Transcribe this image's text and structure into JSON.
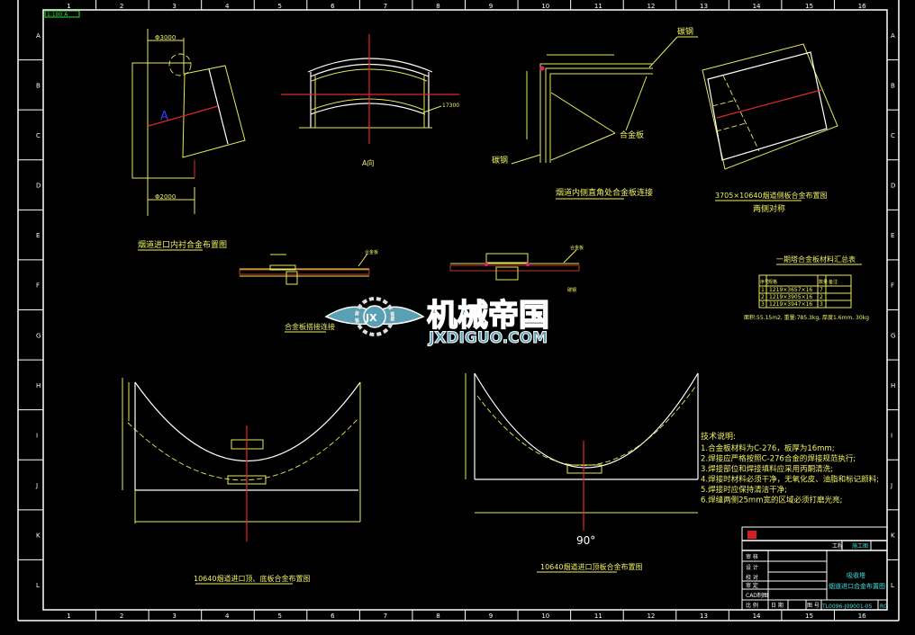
{
  "frame": {
    "column_labels": [
      "1",
      "2",
      "3",
      "4",
      "5",
      "6",
      "7",
      "8",
      "9",
      "10",
      "11",
      "12",
      "13",
      "14",
      "15",
      "16"
    ],
    "row_labels": [
      "A",
      "B",
      "C",
      "D",
      "E",
      "F",
      "G",
      "H",
      "I",
      "J",
      "K",
      "L"
    ],
    "tag": "1:100  A"
  },
  "view_inlet": {
    "title": "烟道进口内衬合金布置图",
    "dim_top": "Φ3000",
    "dim_bottom": "Φ2000",
    "marker": "A"
  },
  "view_a": {
    "title": "A向",
    "note": "17300"
  },
  "corner_joint": {
    "title": "烟道内侧直角处合金板连接",
    "label_steel_top": "碳钢",
    "label_steel_bottom": "碳钢",
    "label_alloy": "合金板"
  },
  "side_plate": {
    "title": "3705×10640烟道侧板合金布置图",
    "subtitle": "两侧对称"
  },
  "lap_joint": {
    "title": "合金板搭接连接",
    "label_left": "合金板",
    "label_right": "合金板",
    "label_right_lower": "碳钢"
  },
  "watermark": {
    "cn": "机械帝国",
    "en": "JXDIGUO.COM",
    "badge": "JX",
    "color": "#5aa0b4"
  },
  "material_table": {
    "title": "一期塔合金板材料汇总表",
    "headers": [
      "序号",
      "规格",
      "数量",
      "备注"
    ],
    "rows": [
      [
        "1",
        "1219×3657×16",
        "7",
        ""
      ],
      [
        "2",
        "1219×3905×16",
        "2",
        ""
      ],
      [
        "3",
        "1219×3947×16",
        "3",
        ""
      ]
    ],
    "summary": "面积:55.15m2, 重量:785.3kg, 厚度1.6mm, 30kg"
  },
  "bottom_left": {
    "title": "10640烟道进口顶、底板合金布置图"
  },
  "bottom_right": {
    "title": "10640烟道进口顶板合金布置图",
    "angle": "90°"
  },
  "tech_notes": {
    "heading": "技术说明:",
    "lines": [
      "1.合金板材料为C-276，板厚为16mm;",
      "2.焊接应严格按照C-276合金的焊接规范执行;",
      "3.焊接部位和焊接填料应采用丙酮清洗;",
      "4.焊接时材料必须干净，无氧化皮、油脂和标记颜料;",
      "5.焊接时应保持清洁干净;",
      "6.焊缝两侧25mm宽的区域必须打磨光亮;"
    ]
  },
  "title_block": {
    "project": "工程",
    "stage": "施工图",
    "roles": [
      "审 核",
      "设 计",
      "校 对",
      "审 定",
      "CAD制图"
    ],
    "scale_label": "比 例",
    "date_label": "日 期",
    "drawing_no_label": "图 号",
    "equipment": "吸收塔",
    "drawing_title": "烟道进口合金布置图",
    "drawing_no": "TL0096-J09001-05",
    "revision": "R0"
  }
}
